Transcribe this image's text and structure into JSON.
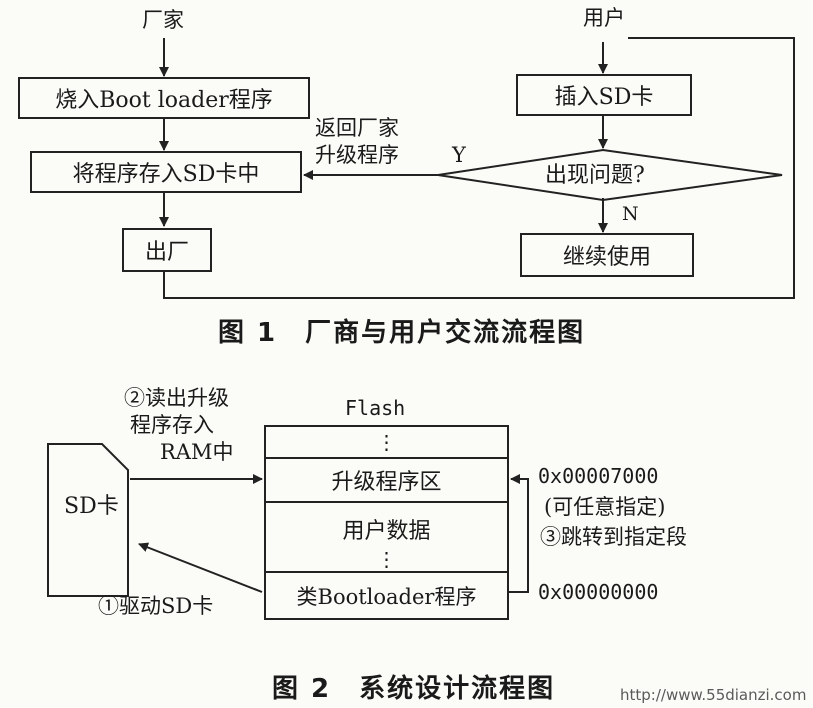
{
  "fig1": {
    "left_top": "厂家",
    "right_top": "用户",
    "box_burn": "烧入Boot loader程序",
    "box_store": "将程序存入SD卡中",
    "box_out": "出厂",
    "box_insert": "插入SD卡",
    "diamond": "出现问题?",
    "box_continue": "继续使用",
    "return_line1": "返回厂家",
    "return_line2": "升级程序",
    "yes": "Y",
    "no": "N",
    "caption": "图 1　厂商与用户交流流程图"
  },
  "fig2": {
    "step2_line1": "②读出升级",
    "step2_line2": "程序存入",
    "step2_line3": "RAM中",
    "sd_card": "SD卡",
    "step1": "①驱动SD卡",
    "flash_title": "Flash",
    "dots_top": "⋮",
    "upgrade_area": "升级程序区",
    "user_data": "用户数据",
    "dots_mid": "⋮",
    "bootloader": "类Bootloader程序",
    "addr_upgrade": "0x00007000",
    "addr_note": "(可任意指定)",
    "step3": "③跳转到指定段",
    "addr_zero": "0x00000000",
    "caption": "图 2　系统设计流程图"
  },
  "watermark": "http://www.55dianzi.com"
}
